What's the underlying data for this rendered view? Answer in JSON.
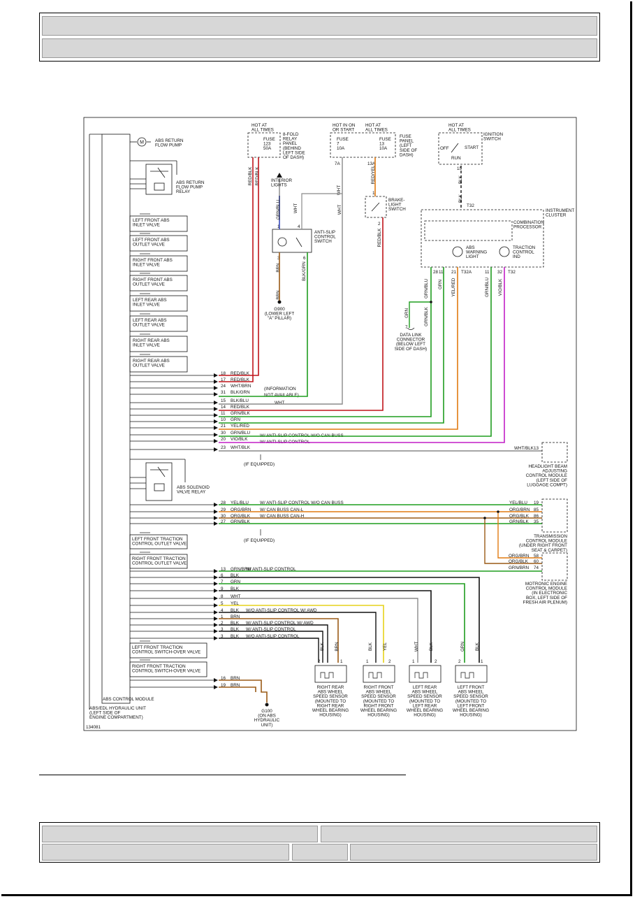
{
  "diagram": {
    "left_components": {
      "pump_label": "ABS RETURN\nFLOW PUMP",
      "pump_relay_label": "ABS RETURN\nFLOW PUMP\nRELAY",
      "solenoid_relay_label": "ABS SOLENOID\nVALVE RELAY",
      "valves": [
        "LEFT FRONT ABS\nINLET VALVE",
        "LEFT FRONT ABS\nOUTLET VALVE",
        "RIGHT FRONT ABS\nINLET VALVE",
        "RIGHT FRONT ABS\nOUTLET VALVE",
        "LEFT REAR ABS\nINLET VALVE",
        "LEFT REAR ABS\nOUTLET VALVE",
        "RIGHT REAR ABS\nINLET VALVE",
        "RIGHT REAR ABS\nOUTLET VALVE"
      ],
      "traction_valves": [
        "LEFT FRONT TRACTION\nCONTROL OUTLET VALVE",
        "RIGHT FRONT TRACTION\nCONTROL OUTLET VALVE"
      ],
      "switchover_valves": [
        "LEFT FRONT TRACTION\nCONTROL SWITCH-OVER VALVE",
        "RIGHT FRONT TRACTION\nCONTROL SWITCH-OVER VALVE"
      ],
      "module_label": "ABS CONTROL MODULE",
      "unit_label": "ABS/EDL HYDRAULIC UNIT\n(LEFT SIDE OF\nENGINE COMPARTMENT)",
      "figure_id": "134081"
    },
    "top": {
      "relay_panel_hot": "HOT AT\nALL TIMES",
      "relay_panel_fuse": "FUSE\n123\n50A",
      "relay_panel_label": "8-FOLD\nRELAY\nPANEL\n(BEHIND\nLEFT SIDE\nOF DASH)",
      "fuse7_hot": "HOT IN ON\nOR START",
      "fuse7": "FUSE\n7\n10A",
      "fuse13_hot": "HOT AT\nALL TIMES",
      "fuse13": "FUSE\n13\n10A",
      "fuse_panel_label": "FUSE\nPANEL\n(LEFT\nSIDE OF\nDASH)",
      "ignition_hot": "HOT AT\nALL TIMES",
      "ignition_label": "IGNITION\nSWITCH",
      "ign_off": "OFF",
      "ign_start": "START",
      "ign_run": "RUN",
      "interior_lights": "INTERIOR\nLIGHTS",
      "anti_slip_switch": "ANTI-SLIP\nCONTROL\nSWITCH",
      "brake_switch": "BRAKE-\nLIGHT\nSWITCH",
      "ground_g900": "G900\n(LOWER LEFT\n\"A\" PILLAR)",
      "instrument_cluster": "INSTRUMENT\nCLUSTER",
      "combination_processor": "COMBINATION\nPROCESSOR",
      "abs_warning": "ABS\nWARNING\nLIGHT",
      "traction_ind": "TRACTION\nCONTROL\nIND",
      "dlc": "DATA LINK\nCONNECTOR\n(BELOW LEFT\nSIDE OF DASH)"
    },
    "wire_labels_vertical": {
      "red_blk_a": "RED/BLK",
      "red_blk_b": "RED/BLK",
      "wht_a": "WHT",
      "wht_b": "WHT",
      "red_yel": "RED/YEL",
      "grn_blu": "GRN/BLU",
      "brn_a": "BRN",
      "brn_b": "BRN",
      "blk_grn": "BLK/GRN",
      "red_blk_c": "RED/BLK",
      "blk_a": "BLK",
      "blk_b": "BLK",
      "grn_blu_b": "GRN/BLU",
      "grn": "GRN",
      "yel_red": "YEL/RED",
      "grn_blu_c": "GRN/BLU",
      "vio_blk": "VIO/BLK",
      "grn_blk": "GRN/BLK",
      "grn_dlc": "GRN"
    },
    "pin_labels": {
      "p7a": "7A",
      "p13a": "13A",
      "p15": "15",
      "t32": "T32",
      "t32a": "T32A",
      "t32b": "T32",
      "p28": "28",
      "p11": "11",
      "p21": "21",
      "p11b": "11",
      "p32": "32",
      "p2a": "2",
      "p1a": "1",
      "p4a": "4",
      "p3a": "3",
      "p6a": "6",
      "p1b": "1",
      "p2b": "2",
      "p7dlc": "7"
    },
    "upper_harness": [
      {
        "pin": "18",
        "color": "RED/BLK",
        "note": ""
      },
      {
        "pin": "17",
        "color": "RED/BLK",
        "note": ""
      },
      {
        "pin": "24",
        "color": "WHT/BRN",
        "note": "(INFORMATION"
      },
      {
        "pin": "31",
        "color": "BLK/GRN",
        "note": "NOT AVAILABLE)"
      },
      {
        "pin": "15",
        "color": "BLK/BLU",
        "note": "WHT"
      },
      {
        "pin": "14",
        "color": "RED/BLK",
        "note": ""
      },
      {
        "pin": "11",
        "color": "GRN/BLK",
        "note": ""
      },
      {
        "pin": "10",
        "color": "GRN",
        "note": ""
      },
      {
        "pin": "21",
        "color": "YEL/RED",
        "note": ""
      },
      {
        "pin": "30",
        "color": "GRN/BLU",
        "note": "W/ ANTI-SLIP CONTROL W/O CAN BUSS"
      },
      {
        "pin": "20",
        "color": "VIO/BLK",
        "note": "W/ ANTI-SLIP CONTROL"
      },
      {
        "pin": "23",
        "color": "WHT/BLK",
        "note": ""
      }
    ],
    "if_equipped_a": "(IF EQUIPPED)",
    "headlight_module": {
      "wire": "WHT/BLK",
      "pin": "13",
      "label": "HEADLIGHT BEAM\nADJUSTING\nCONTROL MODULE\n(LEFT SIDE OF\nLUGGAGE COMPT)"
    },
    "mid_harness": [
      {
        "pin": "28",
        "color": "YEL/BLU",
        "note": "W/ ANTI-SLIP CONTROL W/O CAN BUSS",
        "r_color": "YEL/BLU",
        "r_pin": "19"
      },
      {
        "pin": "29",
        "color": "ORG/BRN",
        "note": "W/ CAN BUSS CAN-L",
        "r_color": "ORG/BRN",
        "r_pin": "85"
      },
      {
        "pin": "30",
        "color": "ORG/BLK",
        "note": "W/ CAN BUSS CAN-H",
        "r_color": "ORG/BLK",
        "r_pin": "86"
      },
      {
        "pin": "27",
        "color": "GRN/BLK",
        "note": "",
        "r_color": "GRN/BLK",
        "r_pin": "35"
      }
    ],
    "if_equipped_b": "(IF EQUIPPED)",
    "transmission_module": "TRANSMISSION\nCONTROL MODULE\n(UNDER RIGHT FRONT\nSEAT & CARPET)",
    "engine_pins": [
      {
        "color": "ORG/BRN",
        "pin": "58"
      },
      {
        "color": "ORG/BLK",
        "pin": "60"
      },
      {
        "color": "GRN/BRN",
        "pin": "74"
      }
    ],
    "engine_module": "MOTRONIC ENGINE\nCONTROL MODULE\n(IN ELECTRONIC\nBOX, LEFT SIDE OF\nFRESH AIR PLENUM)",
    "lower_harness": [
      {
        "pin": "13",
        "color": "GRN/BRN",
        "note": "W/ ANTI-SLIP CONTROL"
      },
      {
        "pin": "6",
        "color": "BLK",
        "note": ""
      },
      {
        "pin": "7",
        "color": "GRN",
        "note": ""
      },
      {
        "pin": "9",
        "color": "BLK",
        "note": ""
      },
      {
        "pin": "8",
        "color": "WHT",
        "note": ""
      },
      {
        "pin": "5",
        "color": "YEL",
        "note": ""
      },
      {
        "pin": "4",
        "color": "BLK",
        "note": "W/O ANTI-SLIP CONTROL W/ AWD"
      },
      {
        "pin": "1",
        "color": "BRN",
        "note": ""
      },
      {
        "pin": "2",
        "color": "BLK",
        "note": "W/ ANTI-SLIP CONTROL W/ AWD"
      },
      {
        "pin": "3",
        "color": "BLK",
        "note": "W/ ANTI-SLIP CONTROL"
      },
      {
        "pin": "3",
        "color": "BLK",
        "note": "W/O ANTI-SLIP CONTROL"
      }
    ],
    "ground_harness": [
      {
        "pin": "16",
        "color": "BRN"
      },
      {
        "pin": "19",
        "color": "BRN"
      }
    ],
    "g100": "G100\n(ON ABS\nHYDRAULIC\nUNIT)",
    "sensors": [
      {
        "label": "RIGHT REAR\nABS WHEEL\nSPEED SENSOR\n(MOUNTED TO\nRIGHT REAR\nWHEEL BEARING\nHOUSING)",
        "w1": "BLK",
        "w2": "BRN",
        "p1": "2",
        "p2": "1"
      },
      {
        "label": "RIGHT FRONT\nABS WHEEL\nSPEED SENSOR\n(MOUNTED TO\nRIGHT FRONT\nWHEEL BEARING\nHOUSING)",
        "w1": "BLK",
        "w2": "YEL",
        "p1": "1",
        "p2": "2"
      },
      {
        "label": "LEFT REAR\nABS WHEEL\nSPEED SENSOR\n(MOUNTED TO\nLEFT REAR\nWHEEL BEARING\nHOUSING)",
        "w1": "WHT",
        "w2": "BLK",
        "p1": "1",
        "p2": "2"
      },
      {
        "label": "LEFT FRONT\nABS WHEEL\nSPEED SENSOR\n(MOUNTED TO\nLEFT FRONT\nWHEEL BEARING\nHOUSING)",
        "w1": "GRN",
        "w2": "BLK",
        "p1": "2",
        "p2": "1"
      }
    ],
    "wire_colors": {
      "red": "#c0141a",
      "green": "#1f9d1f",
      "blue": "#2b3fb8",
      "orange": "#e07a10",
      "magenta": "#c21fc7",
      "yellow": "#e6d21a",
      "brown": "#9a5a16",
      "gray": "#8a8a8a",
      "black": "#111111"
    }
  }
}
